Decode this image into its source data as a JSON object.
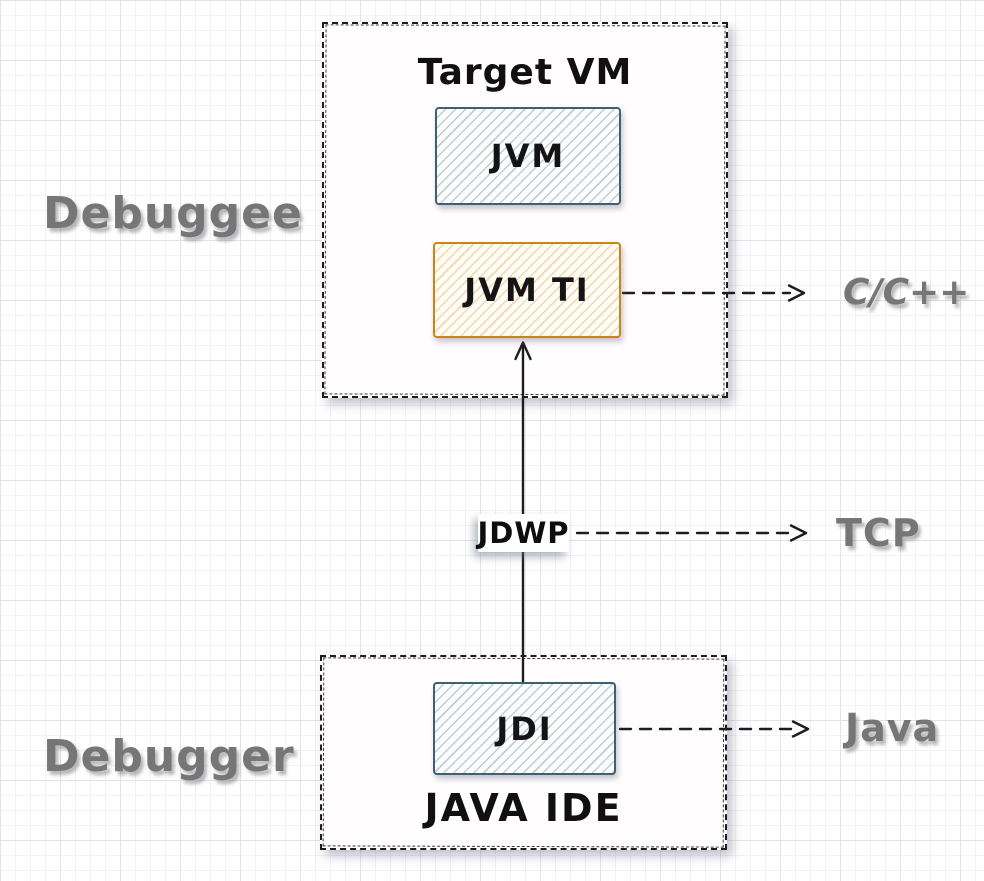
{
  "diagram": {
    "groups": {
      "debuggee": {
        "side_label": "Debuggee",
        "box_title": "Target VM"
      },
      "debugger": {
        "side_label": "Debugger",
        "box_title": "JAVA IDE"
      }
    },
    "nodes": {
      "jvm": {
        "label": "JVM"
      },
      "jvmti": {
        "label": "JVM TI"
      },
      "jdi": {
        "label": "JDI"
      }
    },
    "connections": {
      "jdwp": {
        "label": "JDWP",
        "style": "solid-arrow-up"
      },
      "cpp": {
        "label": "C/C++",
        "style": "dashed-arrow-right"
      },
      "tcp": {
        "label": "TCP",
        "style": "dashed-arrow-right"
      },
      "java": {
        "label": "Java",
        "style": "dashed-arrow-right"
      }
    }
  },
  "colors": {
    "ink": "#1d1d1d",
    "blue-border": "#3d6173",
    "blue-hatch": "#c1cdd5",
    "orange-border": "#c9851a",
    "orange-hatch": "#f3d6a9",
    "muted-label": "#767676",
    "grid-minor": "#f2f2f5",
    "grid-major": "#e3e3e7"
  }
}
